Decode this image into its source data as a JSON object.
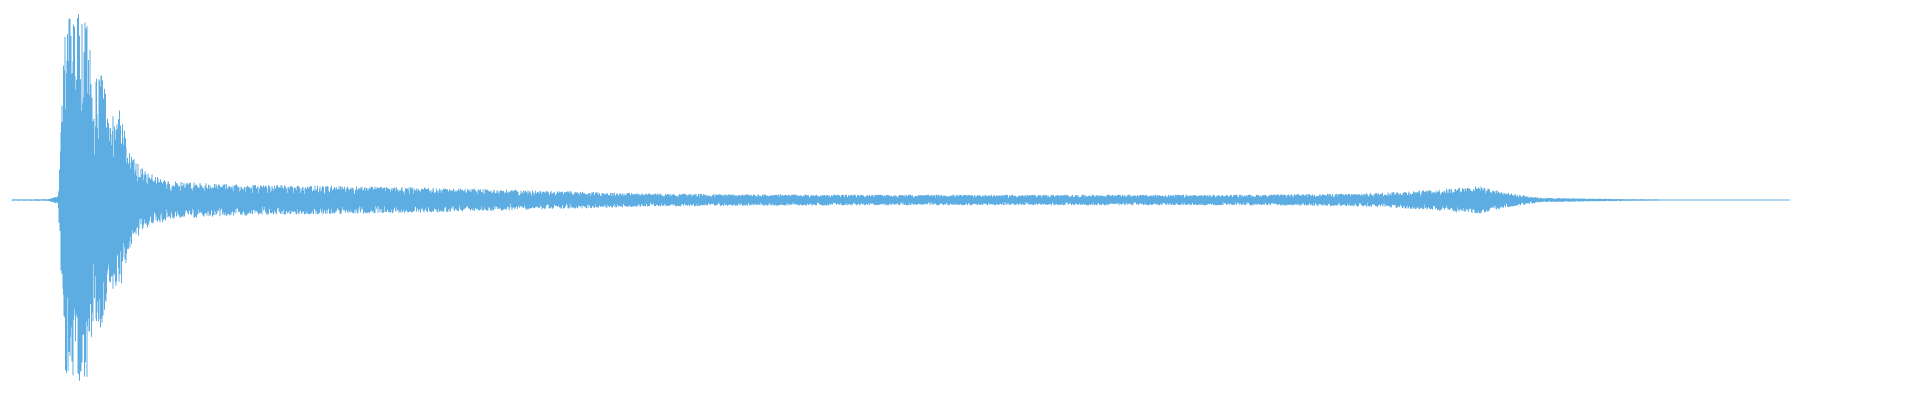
{
  "waveform": {
    "color": "#5DADE2",
    "background": "#FFFFFF",
    "peak_amplitude": 1.0,
    "envelope_keyframes": [
      [
        0.0,
        0.004
      ],
      [
        0.02,
        0.005
      ],
      [
        0.026,
        0.02
      ],
      [
        0.03,
        0.96
      ],
      [
        0.036,
        1.0
      ],
      [
        0.042,
        0.96
      ],
      [
        0.046,
        0.62
      ],
      [
        0.05,
        0.72
      ],
      [
        0.055,
        0.45
      ],
      [
        0.06,
        0.52
      ],
      [
        0.066,
        0.26
      ],
      [
        0.075,
        0.15
      ],
      [
        0.09,
        0.1
      ],
      [
        0.12,
        0.085
      ],
      [
        0.18,
        0.075
      ],
      [
        0.24,
        0.065
      ],
      [
        0.3,
        0.05
      ],
      [
        0.36,
        0.035
      ],
      [
        0.42,
        0.03
      ],
      [
        0.5,
        0.028
      ],
      [
        0.6,
        0.028
      ],
      [
        0.7,
        0.028
      ],
      [
        0.76,
        0.035
      ],
      [
        0.8,
        0.055
      ],
      [
        0.825,
        0.075
      ],
      [
        0.84,
        0.04
      ],
      [
        0.86,
        0.012
      ],
      [
        0.9,
        0.006
      ],
      [
        0.925,
        0.004
      ],
      [
        0.93,
        0.0
      ],
      [
        1.0,
        0.0
      ]
    ]
  }
}
